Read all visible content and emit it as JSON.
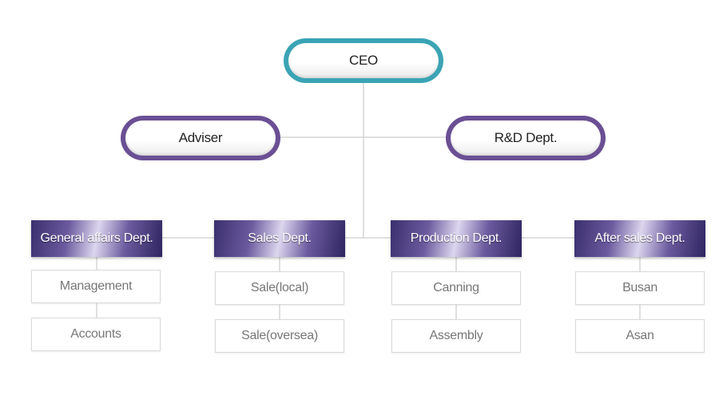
{
  "ceo": "CEO",
  "adviser": "Adviser",
  "rnd": "R&D Dept.",
  "departments": [
    {
      "name": "General affairs Dept.",
      "units": [
        "Management",
        "Accounts"
      ]
    },
    {
      "name": "Sales Dept.",
      "units": [
        "Sale(local)",
        "Sale(oversea)"
      ]
    },
    {
      "name": "Production Dept.",
      "units": [
        "Canning",
        "Assembly"
      ]
    },
    {
      "name": "After sales Dept.",
      "units": [
        "Busan",
        "Asan"
      ]
    }
  ],
  "colors": {
    "ceo_ring": "#3aa4b4",
    "ring": "#6a4f94",
    "dept": "#4b3f85",
    "connector": "#d6d6d6"
  }
}
